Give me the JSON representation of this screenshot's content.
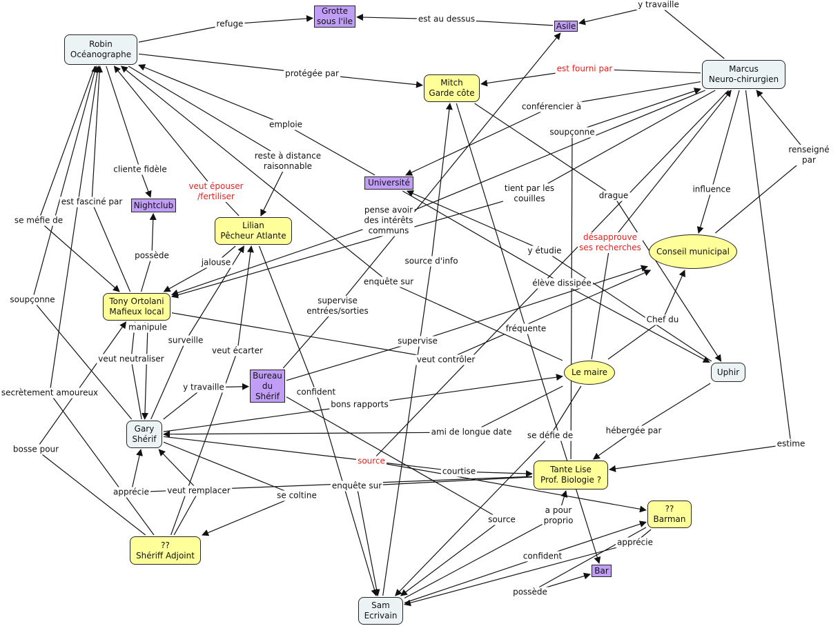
{
  "colors": {
    "person_fill": "#ecf3f4",
    "role_fill": "#ffff99",
    "place_fill": "#c19ef5",
    "line": "#111111",
    "highlight_label": "#e8201b"
  },
  "nodes": [
    {
      "id": "robin",
      "type": "person",
      "label": "Robin\nOcéanographe"
    },
    {
      "id": "grotte",
      "type": "place",
      "label": "Grotte\nsous l'ile"
    },
    {
      "id": "asile",
      "type": "place",
      "label": "Asile"
    },
    {
      "id": "marcus",
      "type": "person",
      "label": "Marcus\nNeuro-chirurgien"
    },
    {
      "id": "mitch",
      "type": "role",
      "label": "Mitch\nGarde côte"
    },
    {
      "id": "universite",
      "type": "place",
      "label": "Université"
    },
    {
      "id": "nightclub",
      "type": "place",
      "label": "Nightclub"
    },
    {
      "id": "lilian",
      "type": "role",
      "label": "Lilian\nPêcheur Atlante"
    },
    {
      "id": "conseil",
      "type": "group",
      "label": "Conseil municipal"
    },
    {
      "id": "tony",
      "type": "role",
      "label": "Tony Ortolani\nMafieux local"
    },
    {
      "id": "maire",
      "type": "group",
      "label": "Le maire"
    },
    {
      "id": "uphir",
      "type": "person",
      "label": "Uphir"
    },
    {
      "id": "bureau",
      "type": "place",
      "label": "Bureau\ndu\nShérif"
    },
    {
      "id": "gary",
      "type": "person",
      "label": "Gary\nShérif"
    },
    {
      "id": "lise",
      "type": "role",
      "label": "Tante Lise\nProf. Biologie ?"
    },
    {
      "id": "barman",
      "type": "role",
      "label": "??\nBarman"
    },
    {
      "id": "bar",
      "type": "place",
      "label": "Bar"
    },
    {
      "id": "adjoint",
      "type": "role",
      "label": "??\nShériff Adjoint"
    },
    {
      "id": "sam",
      "type": "person",
      "label": "Sam\nEcrivain"
    }
  ],
  "links": [
    {
      "label": "refuge",
      "from": "robin",
      "to": "grotte",
      "red": false
    },
    {
      "label": "est au dessus",
      "from": "asile",
      "to": "grotte",
      "red": false
    },
    {
      "label": "y travaille",
      "from": "marcus",
      "to": "asile",
      "red": false
    },
    {
      "label": "protégée par",
      "from": "robin",
      "to": "mitch",
      "red": false
    },
    {
      "label": "est fourni par",
      "from": "marcus",
      "to": "mitch",
      "red": true
    },
    {
      "label": "conférencier à",
      "from": "marcus",
      "to": "universite",
      "red": false
    },
    {
      "label": "soupçonne",
      "from": "lise",
      "to": "marcus",
      "red": false
    },
    {
      "label": "emploie",
      "from": "universite",
      "to": "robin",
      "red": false
    },
    {
      "label": "reste à distance\nraisonnable",
      "from": "robin",
      "to": "lilian",
      "red": false
    },
    {
      "label": "cliente fidèle",
      "from": "robin",
      "to": "nightclub",
      "red": false
    },
    {
      "label": "veut épouser\n/fertiliser",
      "from": "lilian",
      "to": "robin",
      "red": true
    },
    {
      "label": "est fasciné par",
      "from": "tony",
      "to": "robin",
      "red": false
    },
    {
      "label": "se méfie de",
      "from": "robin",
      "to": "tony",
      "red": false
    },
    {
      "label": "tient par les\ncouilles",
      "from": "marcus",
      "to": "tony",
      "red": false
    },
    {
      "label": "pense avoir\ndes intérêts\ncommuns",
      "from": "marcus",
      "to": "tony",
      "red": false
    },
    {
      "label": "drague",
      "from": "mitch",
      "to": "uphir",
      "red": false
    },
    {
      "label": "influence",
      "from": "marcus",
      "to": "conseil",
      "red": false
    },
    {
      "label": "renseigné par",
      "from": "conseil",
      "to": "marcus",
      "red": false
    },
    {
      "label": "désapprouve\nses recherches",
      "from": "maire",
      "to": "marcus",
      "red": true
    },
    {
      "label": "possède",
      "from": "tony",
      "to": "nightclub",
      "red": false
    },
    {
      "label": "jalouse",
      "from": "lilian",
      "to": "tony",
      "red": false
    },
    {
      "label": "y étudie",
      "from": "uphir",
      "to": "universite",
      "red": false
    },
    {
      "label": "élève dissipée",
      "from": "universite",
      "to": "uphir",
      "red": false
    },
    {
      "label": "source d'info",
      "from": "sam",
      "to": "mitch",
      "red": false
    },
    {
      "label": "enquête sur",
      "from": "maire",
      "to": "robin",
      "red": false
    },
    {
      "label": "soupçonne",
      "from": "gary",
      "to": "robin",
      "red": false
    },
    {
      "label": "manipule",
      "from": "tony",
      "to": "gary",
      "red": false
    },
    {
      "label": "supervise\nentrées/sorties",
      "from": "bureau",
      "to": "asile",
      "red": false
    },
    {
      "label": "supervise",
      "from": "bureau",
      "to": "conseil",
      "red": false
    },
    {
      "label": "veut contrôler",
      "from": "tony",
      "to": "conseil",
      "red": false
    },
    {
      "label": "Chef du",
      "from": "maire",
      "to": "conseil",
      "red": false
    },
    {
      "label": "fréquente",
      "from": "mitch",
      "to": "bar",
      "red": false
    },
    {
      "label": "surveille",
      "from": "gary",
      "to": "lilian",
      "red": false
    },
    {
      "label": "veut écarter",
      "from": "adjoint",
      "to": "lilian",
      "red": false
    },
    {
      "label": "veut neutraliser",
      "from": "gary",
      "to": "tony",
      "red": false
    },
    {
      "label": "y travaille",
      "from": "gary",
      "to": "bureau",
      "red": false
    },
    {
      "label": "confident",
      "from": "lilian",
      "to": "sam",
      "red": false
    },
    {
      "label": "bons rapports",
      "from": "gary",
      "to": "maire",
      "red": false
    },
    {
      "label": "secrètement amoureux",
      "from": "adjoint",
      "to": "robin",
      "red": false
    },
    {
      "label": "bosse pour",
      "from": "adjoint",
      "to": "tony",
      "red": false
    },
    {
      "label": "ami de longue date",
      "from": "maire",
      "to": "gary",
      "red": false
    },
    {
      "label": "se défie de",
      "from": "maire",
      "to": "sam",
      "red": false
    },
    {
      "label": "hébergée par",
      "from": "uphir",
      "to": "lise",
      "red": false
    },
    {
      "label": "estime",
      "from": "marcus",
      "to": "lise",
      "red": false
    },
    {
      "label": "source",
      "from": "marcus",
      "to": "barman",
      "red": true
    },
    {
      "label": "courtise",
      "from": "gary",
      "to": "lise",
      "red": false
    },
    {
      "label": "enquête sur",
      "from": "lise",
      "to": "sam",
      "red": false
    },
    {
      "label": "apprécie",
      "from": "lise",
      "to": "gary",
      "red": false
    },
    {
      "label": "veut remplacer",
      "from": "adjoint",
      "to": "gary",
      "red": false
    },
    {
      "label": "se coltine",
      "from": "gary",
      "to": "adjoint",
      "red": false
    },
    {
      "label": "source",
      "from": "bureau",
      "to": "sam",
      "red": false
    },
    {
      "label": "a pour\nproprio",
      "from": "sam",
      "to": "lise",
      "red": false
    },
    {
      "label": "confident",
      "from": "sam",
      "to": "barman",
      "red": false
    },
    {
      "label": "apprécie",
      "from": "barman",
      "to": "sam",
      "red": false
    },
    {
      "label": "possède",
      "from": "barman",
      "to": "bar",
      "red": false
    },
    {
      "label": "fréquente",
      "from": "sam",
      "to": "bar",
      "red": false
    },
    {
      "label": "veut écarter",
      "from": "lilian",
      "to": "adjoint",
      "red": false
    }
  ]
}
